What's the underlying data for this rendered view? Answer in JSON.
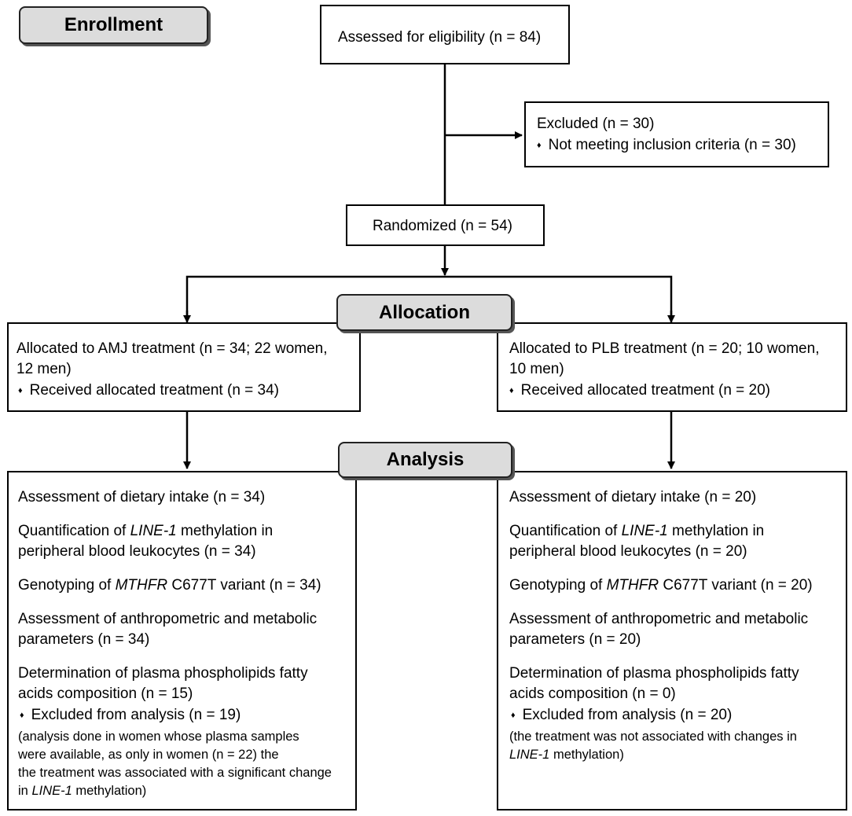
{
  "phases": {
    "enrollment": "Enrollment",
    "allocation": "Allocation",
    "analysis": "Analysis"
  },
  "bullet_glyph": "♦",
  "assessed": "Assessed for eligibility (n = 84)",
  "excluded": {
    "title": "Excluded (n = 30)",
    "item": "Not meeting inclusion criteria (n = 30)"
  },
  "randomized": "Randomized (n = 54)",
  "amj_allocation": {
    "line1": "Allocated to AMJ treatment (n = 34; 22 women,",
    "line2": "12 men)",
    "item": "Received allocated treatment (n = 34)"
  },
  "plb_allocation": {
    "line1": "Allocated to PLB treatment (n = 20; 10 women,",
    "line2": "10 men)",
    "item": "Received allocated treatment (n = 20)"
  },
  "amj_analysis": {
    "dietary": "Assessment of dietary intake (n = 34)",
    "line1_pre": "Quantification of ",
    "line1_italic": "LINE-1",
    "line1_post": " methylation in",
    "line1_cont": "peripheral blood leukocytes (n = 34)",
    "geno_pre": "Genotyping of ",
    "geno_italic": "MTHFR",
    "geno_post": " C677T variant (n = 34)",
    "anthro1": "Assessment of anthropometric and metabolic",
    "anthro2": "parameters (n = 34)",
    "fatty1": "Determination of plasma phospholipids fatty",
    "fatty2": "acids composition (n = 15)",
    "excluded": "Excluded from analysis (n = 19)",
    "note1": "(analysis done in women whose plasma samples",
    "note2": "were available, as only in women (n = 22) the",
    "note3": "the treatment was associated with a significant change",
    "note4_italic": "LINE-1",
    "note4_post": " methylation)",
    "note4_pre": "in "
  },
  "plb_analysis": {
    "dietary": "Assessment of dietary intake (n = 20)",
    "line1_pre": "Quantification of ",
    "line1_italic": "LINE-1",
    "line1_post": " methylation in",
    "line1_cont": "peripheral blood leukocytes (n = 20)",
    "geno_pre": "Genotyping of ",
    "geno_italic": "MTHFR",
    "geno_post": " C677T variant (n = 20)",
    "anthro1": "Assessment of anthropometric and metabolic",
    "anthro2": "parameters (n = 20)",
    "fatty1": "Determination of plasma phospholipids fatty",
    "fatty2": "acids composition (n = 0)",
    "excluded": "Excluded from analysis (n = 20)",
    "note1": "(the treatment was not associated with changes in",
    "note2_italic": "LINE-1",
    "note2_post": " methylation)"
  }
}
